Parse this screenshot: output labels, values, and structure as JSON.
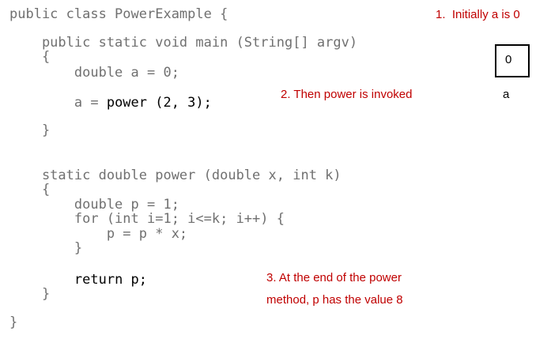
{
  "code": {
    "lines": [
      "public class PowerExample {",
      "    public static void main (String[] argv)",
      "    {",
      "        double a = 0;",
      "        a = ",
      "    }",
      "    static double power (double x, int k)",
      "    {",
      "        double p = 1;",
      "        for (int i=1; i<=k; i++) {",
      "            p = p * x;",
      "        }",
      "        ",
      "    }",
      "}"
    ],
    "highlight_call": "power (2, 3);",
    "highlight_return": "return p;"
  },
  "annotations": {
    "step1": "1.  Initially a is 0",
    "step2": "2. Then power is invoked",
    "step3_line1": "3. At the end of the power",
    "step3_line2": "method, p has the value 8"
  },
  "variable": {
    "name": "a",
    "value": "0"
  },
  "colors": {
    "annotation": "#c00000",
    "code": "#707070",
    "highlight": "#000000"
  }
}
